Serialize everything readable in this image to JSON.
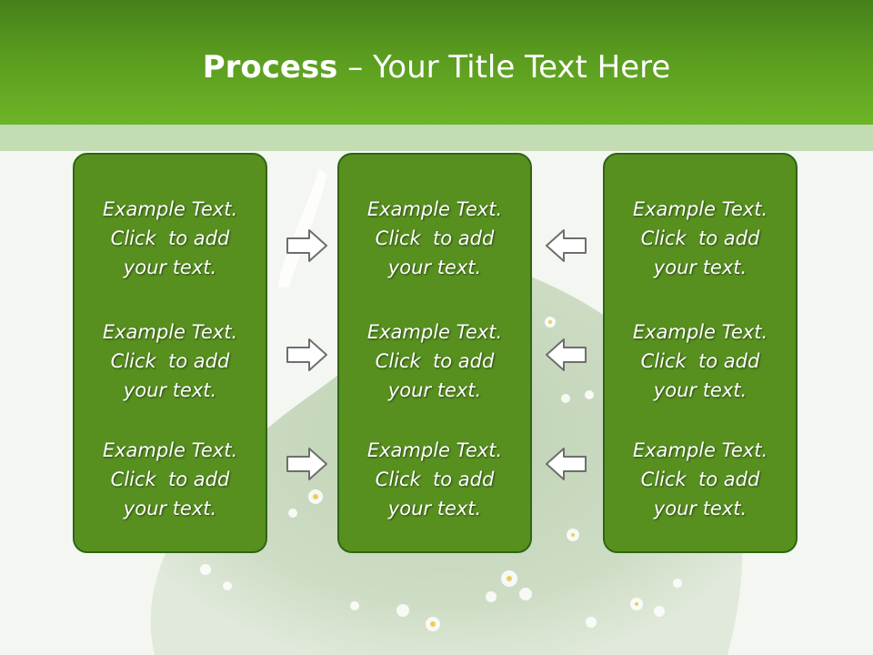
{
  "title": {
    "bold": "Process",
    "rest": " – Your Title Text Here"
  },
  "columns": [
    {
      "items": [
        {
          "line1": "Example Text.",
          "line2": "Click  to add",
          "line3": "your text."
        },
        {
          "line1": "Example Text.",
          "line2": "Click  to add",
          "line3": "your text."
        },
        {
          "line1": "Example Text.",
          "line2": "Click  to add",
          "line3": "your text."
        }
      ]
    },
    {
      "items": [
        {
          "line1": "Example Text.",
          "line2": "Click  to add",
          "line3": "your text."
        },
        {
          "line1": "Example Text.",
          "line2": "Click  to add",
          "line3": "your text."
        },
        {
          "line1": "Example Text.",
          "line2": "Click  to add",
          "line3": "your text."
        }
      ]
    },
    {
      "items": [
        {
          "line1": "Example Text.",
          "line2": "Click  to add",
          "line3": "your text."
        },
        {
          "line1": "Example Text.",
          "line2": "Click  to add",
          "line3": "your text."
        },
        {
          "line1": "Example Text.",
          "line2": "Click  to add",
          "line3": "your text."
        }
      ]
    }
  ],
  "arrows": {
    "left_group": [
      "right-arrow-icon",
      "right-arrow-icon",
      "right-arrow-icon"
    ],
    "right_group": [
      "left-arrow-icon",
      "left-arrow-icon",
      "left-arrow-icon"
    ]
  },
  "colors": {
    "header_green": "#5a9c1f",
    "box_green": "#57901f",
    "band": "#c3dcb3"
  }
}
